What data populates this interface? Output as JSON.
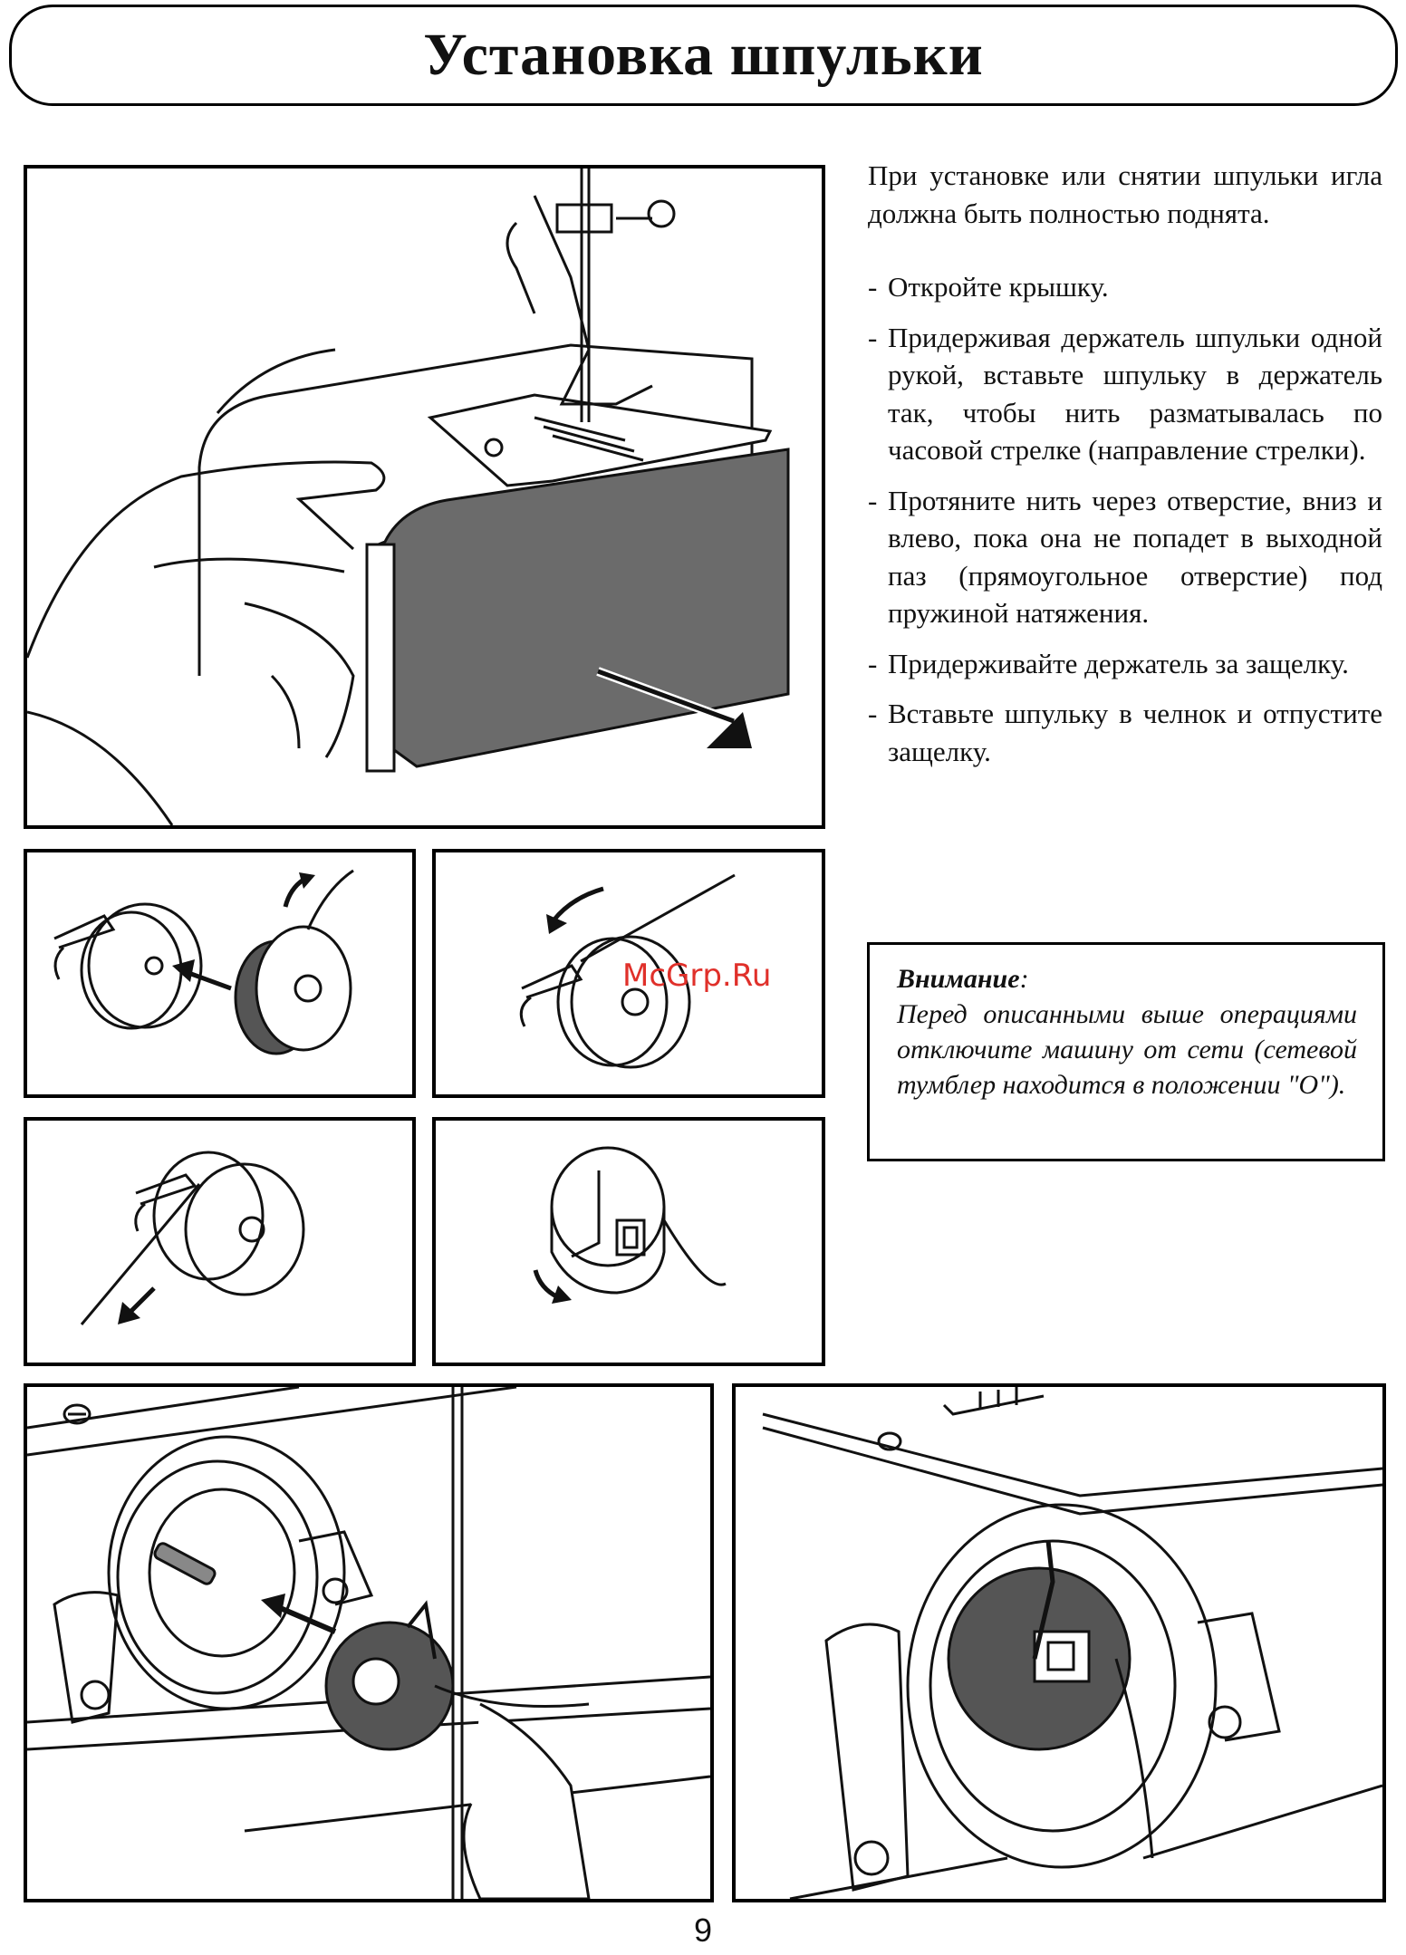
{
  "page": {
    "title": "Установка шпульки",
    "page_number": "9"
  },
  "instructions": {
    "intro": "При установке или снятии шпульки игла должна быть полностью поднята.",
    "steps": [
      "Откройте крышку.",
      "Придерживая держатель шпульки одной рукой, вставьте шпульку в держатель так, чтобы нить разматывалась по часовой стрелке (направление стрелки).",
      "Протяните нить через отверстие, вниз и влево, пока она не попадет в выходной паз (прямоугольное отверстие) под пружиной натяжения.",
      "Придерживайте держатель за защелку.",
      "Вставьте шпульку в челнок и отпустите защелку."
    ]
  },
  "warning": {
    "title": "Внимание",
    "title_suffix": ":",
    "body": "Перед описанными выше операциями отключите машину от сети (сетевой тумблер находится в положении \"O\")."
  },
  "watermark": {
    "text": "McGrp.Ru",
    "color": "#e0302a"
  },
  "colors": {
    "panel_gray": "#6b6b6b",
    "bobbin_gray": "#555555",
    "line": "#111111"
  }
}
